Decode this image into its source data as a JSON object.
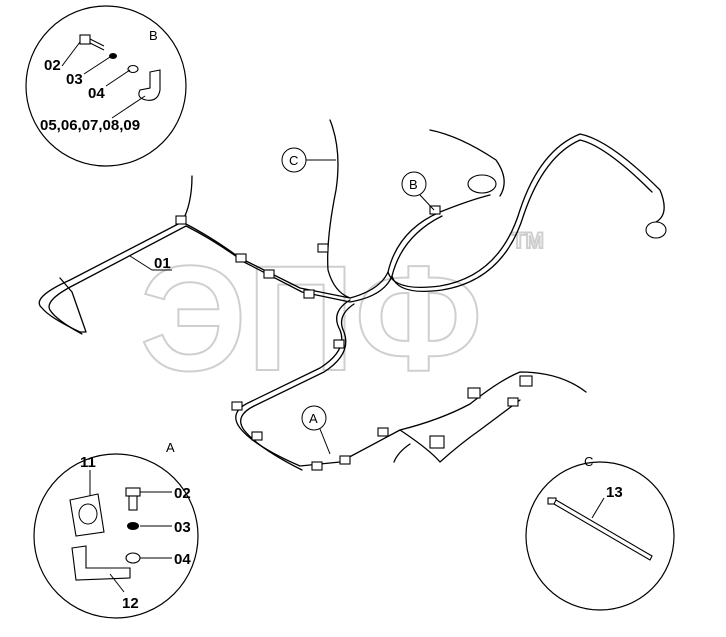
{
  "watermark": {
    "text": "ЭПФ",
    "tm": "TM"
  },
  "detail_b": {
    "title": "B",
    "labels": [
      "02",
      "03",
      "04",
      "05,06,07,08,09"
    ]
  },
  "detail_a": {
    "title": "A",
    "labels": [
      "11",
      "02",
      "03",
      "04",
      "12"
    ]
  },
  "detail_c": {
    "title": "C",
    "labels": [
      "13"
    ]
  },
  "callouts": {
    "main_01": "01",
    "bubble_c": "C",
    "bubble_b": "B",
    "bubble_a": "A"
  }
}
